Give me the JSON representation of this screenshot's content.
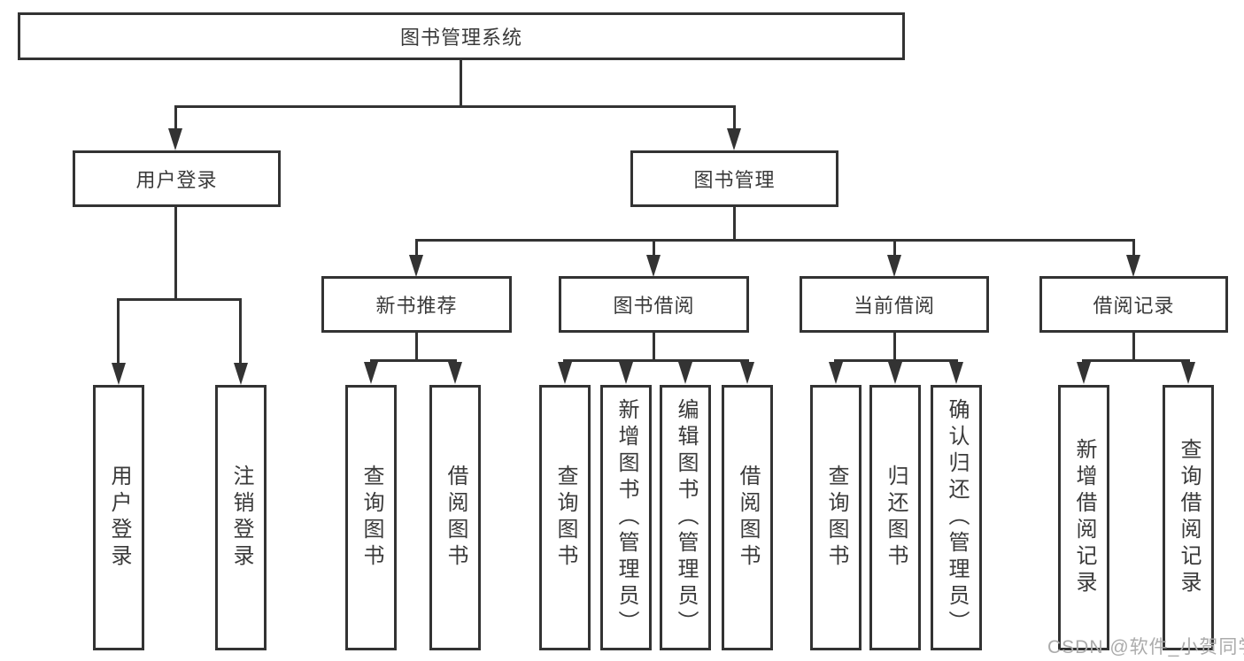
{
  "diagram_title": "图书管理系统",
  "nodes": {
    "root": "图书管理系统",
    "level2": [
      "用户登录",
      "图书管理"
    ],
    "level3": [
      "新书推荐",
      "图书借阅",
      "当前借阅",
      "借阅记录"
    ]
  },
  "leaf_groups": [
    {
      "parent": "用户登录",
      "children": [
        "用户登录",
        "注销登录"
      ]
    },
    {
      "parent": "新书推荐",
      "children": [
        "查询图书",
        "借阅图书"
      ]
    },
    {
      "parent": "图书借阅",
      "children": [
        "查询图书",
        "新增图书（管理员）",
        "编辑图书（管理员）",
        "借阅图书"
      ]
    },
    {
      "parent": "当前借阅",
      "children": [
        "查询图书",
        "归还图书",
        "确认归还（管理员）"
      ]
    },
    {
      "parent": "借阅记录",
      "children": [
        "新增借阅记录",
        "查询借阅记录"
      ]
    }
  ],
  "watermark": {
    "text": "CSDN @软件_小贺同学"
  },
  "colors": {
    "line": "#333333",
    "box_border": "#333333",
    "box_fill": "#ffffff",
    "text": "#3a3a3a",
    "watermark": "#ababab",
    "background": "#ffffff"
  }
}
